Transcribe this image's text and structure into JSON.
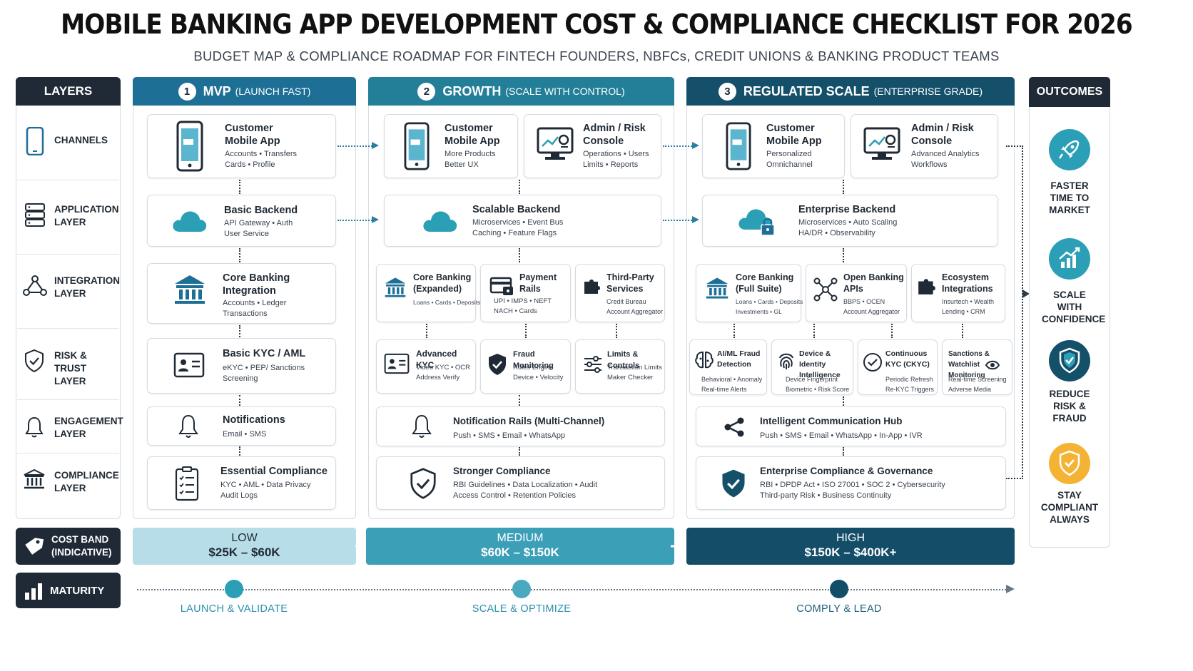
{
  "title": "MOBILE BANKING APP DEVELOPMENT COST & COMPLIANCE CHECKLIST FOR 2026",
  "subtitle": "BUDGET MAP & COMPLIANCE ROADMAP FOR FINTECH FOUNDERS, NBFCs, CREDIT UNIONS & BANKING PRODUCT TEAMS",
  "colors": {
    "dark": "#1f2a36",
    "mvp": "#1e6f96",
    "growth": "#237f98",
    "regulated": "#15506b",
    "band_low": "#b7dde8",
    "band_med": "#3b9fb8",
    "band_high": "#134d68",
    "gold": "#f5b335",
    "teal": "#2a9fb6"
  },
  "layers": {
    "header": "LAYERS",
    "items": [
      {
        "label": "CHANNELS",
        "icon": "smartphone-icon"
      },
      {
        "label": "APPLICATION LAYER",
        "icon": "server-icon"
      },
      {
        "label": "INTEGRATION LAYER",
        "icon": "network-icon"
      },
      {
        "label": "RISK & TRUST LAYER",
        "icon": "shield-check-icon"
      },
      {
        "label": "ENGAGEMENT LAYER",
        "icon": "bell-icon"
      },
      {
        "label": "COMPLIANCE LAYER",
        "icon": "bank-icon"
      }
    ]
  },
  "stages": {
    "mvp": {
      "num": "1",
      "title": "MVP",
      "sub": "(LAUNCH FAST)",
      "channels": {
        "title": "Customer Mobile App",
        "l1": "Accounts • Transfers",
        "l2": "Cards • Profile"
      },
      "backend": {
        "title": "Basic Backend",
        "l1": "API Gateway • Auth",
        "l2": "User Service"
      },
      "core": {
        "title": "Core Banking Integration",
        "l1": "Accounts • Ledger",
        "l2": "Transactions"
      },
      "kyc": {
        "title": "Basic KYC / AML",
        "l1": "eKYC • PEP/ Sanctions",
        "l2": "Screening"
      },
      "notif": {
        "title": "Notifications",
        "l1": "Email • SMS"
      },
      "comp": {
        "title": "Essential Compliance",
        "l1": "KYC • AML • Data Privacy",
        "l2": "Audit Logs"
      }
    },
    "growth": {
      "num": "2",
      "title": "GROWTH",
      "sub": "(SCALE WITH CONTROL)",
      "app": {
        "title": "Customer Mobile App",
        "l1": "More Products",
        "l2": "Better UX"
      },
      "admin": {
        "title": "Admin / Risk Console",
        "l1": "Operations • Users",
        "l2": "Limits • Reports"
      },
      "backend": {
        "title": "Scalable Backend",
        "l1": "Microservices • Event Bus",
        "l2": "Caching • Feature Flags"
      },
      "core": {
        "title": "Core Banking (Expanded)",
        "l1": "Loans • Cards • Deposits"
      },
      "pay": {
        "title": "Payment Rails",
        "l1": "UPI • IMPS • NEFT",
        "l2": "NACH • Cards"
      },
      "third": {
        "title": "Third-Party Services",
        "l1": "Credit Bureau",
        "l2": "Account Aggregator"
      },
      "kyc": {
        "title": "Advanced KYC",
        "l1": "Video KYC • OCR",
        "l2": "Address Verify"
      },
      "fraud": {
        "title": "Fraud Monitoring",
        "l1": "Rules Engine",
        "l2": "Device • Velocity"
      },
      "limits": {
        "title": "Limits & Controls",
        "l1": "Transaction Limits",
        "l2": "Maker Checker"
      },
      "notif": {
        "title": "Notification Rails (Multi-Channel)",
        "l1": "Push • SMS • Email • WhatsApp"
      },
      "comp": {
        "title": "Stronger Compliance",
        "l1": "RBI Guidelines • Data Localization • Audit",
        "l2": "Access Control • Retention Policies"
      }
    },
    "regulated": {
      "num": "3",
      "title": "REGULATED SCALE",
      "sub": "(ENTERPRISE GRADE)",
      "app": {
        "title": "Customer Mobile App",
        "l1": "Personalized",
        "l2": "Omnichannel"
      },
      "admin": {
        "title": "Admin / Risk Console",
        "l1": "Advanced Analytics",
        "l2": "Workflows"
      },
      "backend": {
        "title": "Enterprise Backend",
        "l1": "Microservices • Auto Scaling",
        "l2": "HA/DR • Observability"
      },
      "core": {
        "title": "Core Banking (Full Suite)",
        "l1": "Loans • Cards • Deposits",
        "l2": "Investments • GL"
      },
      "open": {
        "title": "Open Banking APIs",
        "l1": "BBPS • OCEN",
        "l2": "Account Aggregator"
      },
      "eco": {
        "title": "Ecosystem Integrations",
        "l1": "Insurtech • Wealth",
        "l2": "Lending • CRM"
      },
      "ai": {
        "title": "AI/ML Fraud Detection",
        "l1": "Behavioral • Anomaly",
        "l2": "Real-time Alerts"
      },
      "device": {
        "title": "Device & Identity Intelligence",
        "l1": "Device Fingerprint",
        "l2": "Biometric • Risk Score"
      },
      "ckyc": {
        "title": "Continuous KYC (CKYC)",
        "l1": "Periodic Refresh",
        "l2": "Re-KYC Triggers"
      },
      "sanc": {
        "title": "Sanctions & Watchlist Monitoring",
        "l1": "Real-time Screening",
        "l2": "Adverse Media"
      },
      "notif": {
        "title": "Intelligent Communication Hub",
        "l1": "Push • SMS • Email • WhatsApp • In-App • IVR"
      },
      "comp": {
        "title": "Enterprise Compliance & Governance",
        "l1": "RBI • DPDP Act • ISO 27001 • SOC 2 • Cybersecurity",
        "l2": "Third-party Risk • Business Continuity"
      }
    }
  },
  "outcomes": {
    "header": "OUTCOMES",
    "items": [
      {
        "label": "FASTER TIME TO MARKET",
        "icon": "rocket-icon"
      },
      {
        "label": "SCALE WITH CONFIDENCE",
        "icon": "growth-chart-icon"
      },
      {
        "label": "REDUCE RISK & FRAUD",
        "icon": "shield-icon"
      },
      {
        "label": "STAY COMPLIANT ALWAYS",
        "icon": "gold-shield-icon"
      }
    ]
  },
  "cost_band": {
    "label": "COST BAND (INDICATIVE)",
    "low": {
      "name": "LOW",
      "range": "$25K – $60K"
    },
    "medium": {
      "name": "MEDIUM",
      "range": "$60K – $150K"
    },
    "high": {
      "name": "HIGH",
      "range": "$150K – $400K+"
    }
  },
  "maturity": {
    "label": "MATURITY",
    "stages": [
      "LAUNCH & VALIDATE",
      "SCALE & OPTIMIZE",
      "COMPLY & LEAD"
    ]
  }
}
